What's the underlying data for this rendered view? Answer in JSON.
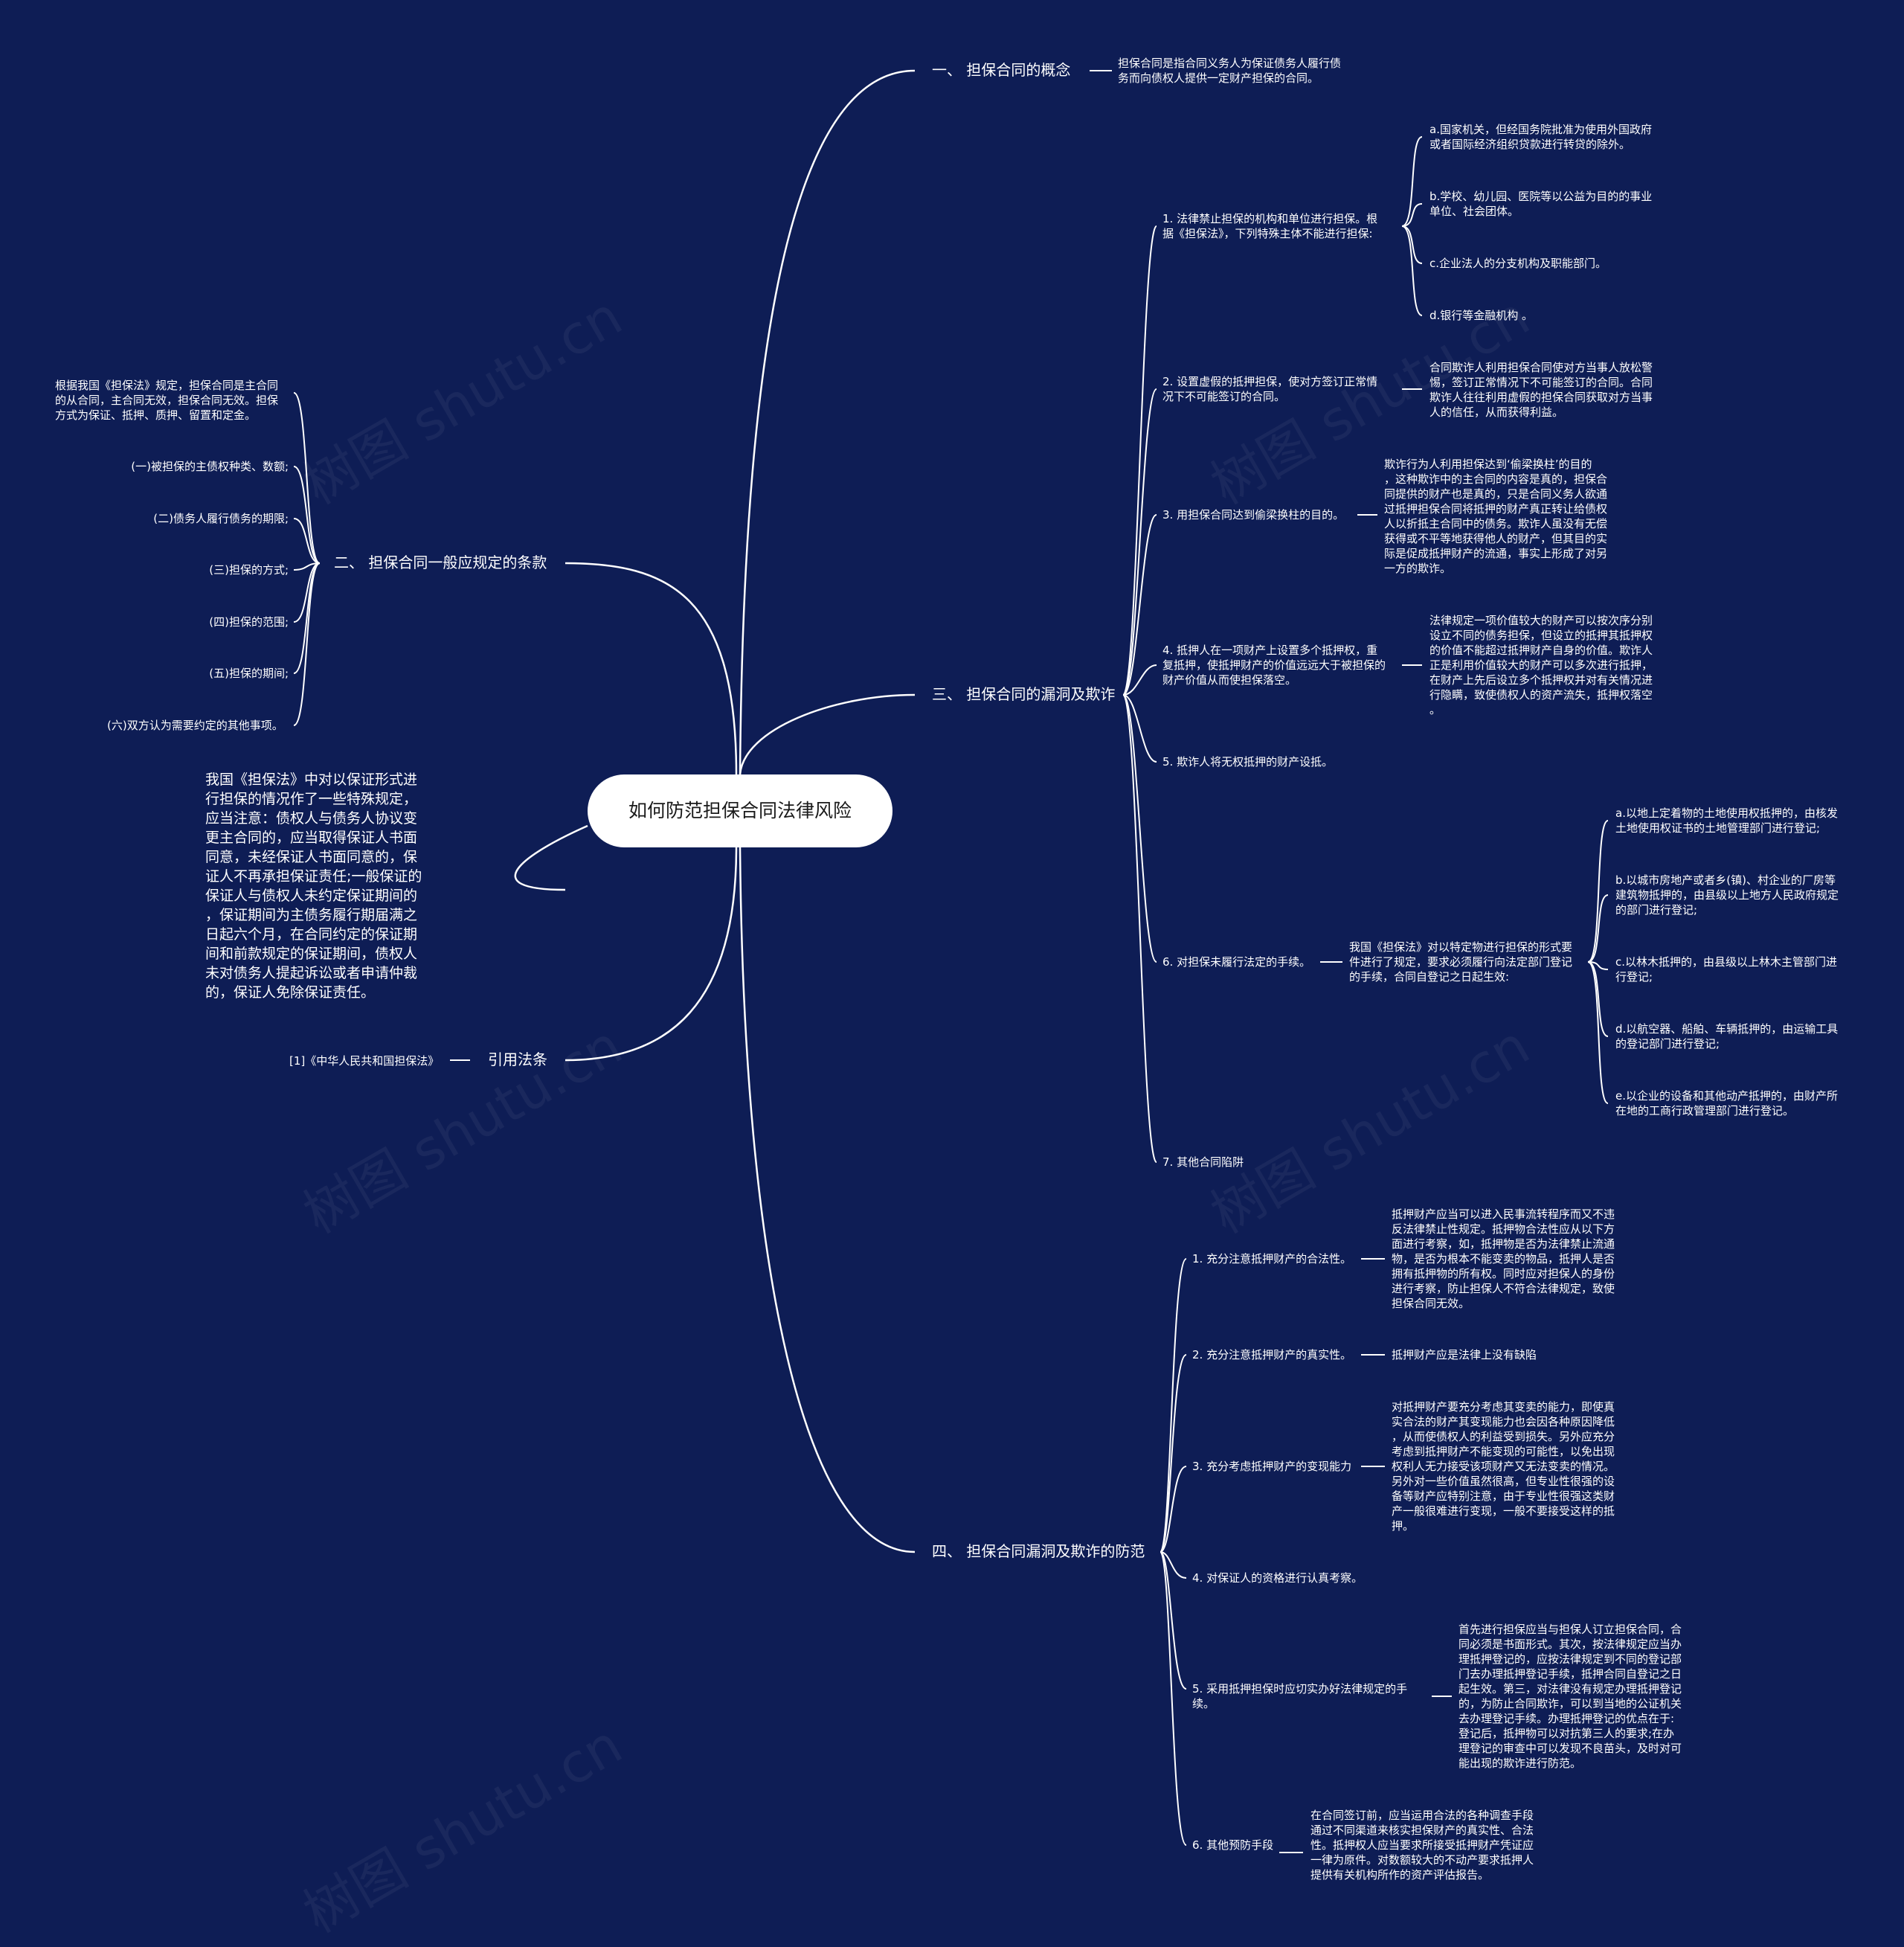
{
  "root": "如何防范担保合同法律风险",
  "b1": {
    "label": "一、 担保合同的概念",
    "desc": "担保合同是指合同义务人为保证债务人履行债\n务而向债权人提供一定财产担保的合同。"
  },
  "b2": {
    "label": "二、 担保合同一般应规定的条款",
    "items": [
      "根据我国《担保法》规定，担保合同是主合同\n的从合同，主合同无效，担保合同无效。担保\n方式为保证、抵押、质押、留置和定金。",
      "(一)被担保的主债权种类、数额;",
      "(二)债务人履行债务的期限;",
      "(三)担保的方式;",
      "(四)担保的范围;",
      "(五)担保的期间;",
      "(六)双方认为需要约定的其他事项。"
    ]
  },
  "b3": {
    "label": "三、 担保合同的漏洞及欺诈",
    "s1": {
      "label": "1. 法律禁止担保的机构和单位进行担保。根\n据《担保法》，下列特殊主体不能进行担保:",
      "items": [
        "a.国家机关，但经国务院批准为使用外国政府\n或者国际经济组织贷款进行转贷的除外。",
        "b.学校、幼儿园、医院等以公益为目的的事业\n单位、社会团体。",
        "c.企业法人的分支机构及职能部门。",
        "d.银行等金融机构 。"
      ]
    },
    "s2": {
      "label": "2. 设置虚假的抵押担保，使对方签订正常情\n况下不可能签订的合同。",
      "desc": "合同欺诈人利用担保合同使对方当事人放松警\n惕，签订正常情况下不可能签订的合同。合同\n欺诈人往往利用虚假的担保合同获取对方当事\n人的信任，从而获得利益。"
    },
    "s3": {
      "label": "3. 用担保合同达到偷梁换柱的目的。",
      "desc": "欺诈行为人利用担保达到‘偷梁换柱’的目的\n，这种欺诈中的主合同的内容是真的，担保合\n同提供的财产也是真的，只是合同义务人欲通\n过抵押担保合同将抵押的财产真正转让给债权\n人以折抵主合同中的债务。欺诈人虽没有无偿\n获得或不平等地获得他人的财产，但其目的实\n际是促成抵押财产的流通，事实上形成了对另\n一方的欺诈。"
    },
    "s4": {
      "label": "4. 抵押人在一项财产上设置多个抵押权，重\n复抵押，使抵押财产的价值远远大于被担保的\n财产价值从而使担保落空。",
      "desc": "法律规定一项价值较大的财产可以按次序分别\n设立不同的债务担保，但设立的抵押其抵押权\n的价值不能超过抵押财产自身的价值。欺诈人\n正是利用价值较大的财产可以多次进行抵押，\n在财产上先后设立多个抵押权并对有关情况进\n行隐瞒，致使债权人的资产流失，抵押权落空\n。"
    },
    "s5": {
      "label": "5. 欺诈人将无权抵押的财产设抵。"
    },
    "s6": {
      "label": "6. 对担保未履行法定的手续。",
      "mid": "我国《担保法》对以特定物进行担保的形式要\n件进行了规定，要求必须履行向法定部门登记\n的手续，合同自登记之日起生效:",
      "items": [
        "a.以地上定着物的土地使用权抵押的，由核发\n土地使用权证书的土地管理部门进行登记;",
        "b.以城市房地产或者乡(镇)、村企业的厂房等\n建筑物抵押的，由县级以上地方人民政府规定\n的部门进行登记;",
        "c.以林木抵押的，由县级以上林木主管部门进\n行登记;",
        "d.以航空器、船舶、车辆抵押的，由运输工具\n的登记部门进行登记;",
        "e.以企业的设备和其他动产抵押的，由财产所\n在地的工商行政管理部门进行登记。"
      ]
    },
    "s7": {
      "label": "7. 其他合同陷阱"
    }
  },
  "b4": {
    "label": "四、 担保合同漏洞及欺诈的防范",
    "s1": {
      "label": "1. 充分注意抵押财产的合法性。",
      "desc": "抵押财产应当可以进入民事流转程序而又不违\n反法律禁止性规定。抵押物合法性应从以下方\n面进行考察，如，抵押物是否为法律禁止流通\n物，是否为根本不能变卖的物品，抵押人是否\n拥有抵押物的所有权。同时应对担保人的身份\n进行考察，防止担保人不符合法律规定，致使\n担保合同无效。"
    },
    "s2": {
      "label": "2. 充分注意抵押财产的真实性。",
      "desc": "抵押财产应是法律上没有缺陷"
    },
    "s3": {
      "label": "3. 充分考虑抵押财产的变现能力",
      "desc": "对抵押财产要充分考虑其变卖的能力，即使真\n实合法的财产其变现能力也会因各种原因降低\n，从而使债权人的利益受到损失。另外应充分\n考虑到抵押财产不能变现的可能性，以免出现\n权利人无力接受该项财产又无法变卖的情况。\n另外对一些价值虽然很高，但专业性很强的设\n备等财产应特别注意，由于专业性很强这类财\n产一般很难进行变现，一般不要接受这样的抵\n押。"
    },
    "s4": {
      "label": "4. 对保证人的资格进行认真考察。"
    },
    "s5": {
      "label": "5. 采用抵押担保时应切实办好法律规定的手\n续。",
      "desc": "首先进行担保应当与担保人订立担保合同，合\n同必须是书面形式。其次，按法律规定应当办\n理抵押登记的，应按法律规定到不同的登记部\n门去办理抵押登记手续，抵押合同自登记之日\n起生效。第三，对法律没有规定办理抵押登记\n的，为防止合同欺诈，可以到当地的公证机关\n去办理登记手续。办理抵押登记的优点在于:\n登记后，抵押物可以对抗第三人的要求;在办\n理登记的审查中可以发现不良苗头，及时对可\n能出现的欺诈进行防范。"
    },
    "s6": {
      "label": "6. 其他预防手段",
      "desc": "在合同签订前，应当运用合法的各种调查手段\n通过不同渠道来核实担保财产的真实性、合法\n性。抵押权人应当要求所接受抵押财产凭证应\n一律为原件。对数额较大的不动产要求抵押人\n提供有关机构所作的资产评估报告。"
    }
  },
  "b5": {
    "desc": "我国《担保法》中对以保证形式进\n行担保的情况作了一些特殊规定，\n应当注意：债权人与债务人协议变\n更主合同的，应当取得保证人书面\n同意，未经保证人书面同意的，保\n证人不再承担保证责任;一般保证的\n保证人与债权人未约定保证期间的\n，保证期间为主债务履行期届满之\n日起六个月，在合同约定的保证期\n间和前款规定的保证期间，债权人\n未对债务人提起诉讼或者申请仲裁\n的，保证人免除保证责任。"
  },
  "b6": {
    "label": "引用法条",
    "desc": "[1]《中华人民共和国担保法》"
  },
  "watermark": "树图 shutu.cn",
  "colors": {
    "background": "#0e1d55",
    "line": "#ffffff",
    "root_bg": "#ffffff"
  }
}
